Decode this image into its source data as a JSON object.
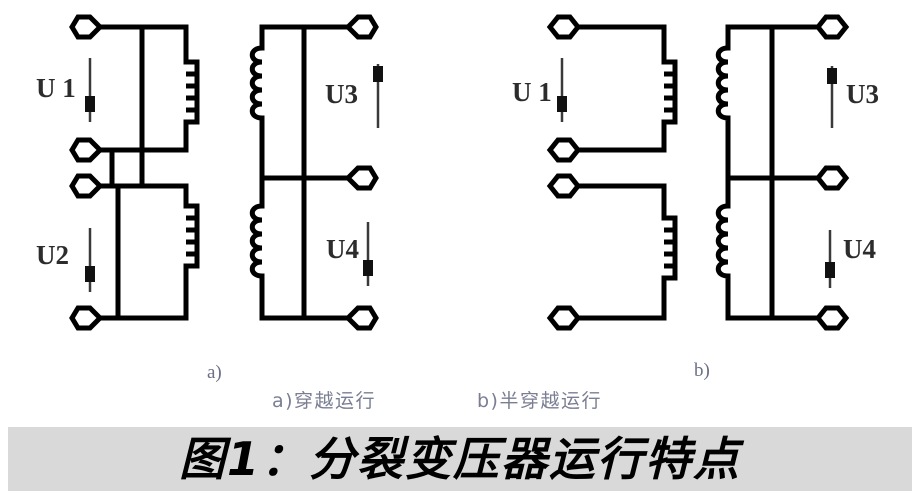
{
  "figure": {
    "caption": "图1：分裂变压器运行特点",
    "caption_band_color": "#d9d9d9"
  },
  "diagram": {
    "title_alt": "分裂变压器运行特点接线图",
    "line_color": "#000000",
    "label_color": "#2c2c2c",
    "panels": [
      {
        "id": "a",
        "sub_label": "a)",
        "legend": "a)穿越运行",
        "legend_en_hint": "through operation",
        "voltages": [
          {
            "name": "U 1",
            "side": "left",
            "direction": "down",
            "label_side": "left"
          },
          {
            "name": "U2",
            "side": "left",
            "direction": "down",
            "label_side": "left"
          },
          {
            "name": "U3",
            "side": "right",
            "direction": "up",
            "label_side": "left"
          },
          {
            "name": "U4",
            "side": "right",
            "direction": "down",
            "label_side": "left"
          }
        ],
        "terminal_count": 6,
        "has_crossed_wires": true
      },
      {
        "id": "b",
        "sub_label": "b)",
        "legend": "b)半穿越运行",
        "legend_en_hint": "semi-through operation",
        "voltages": [
          {
            "name": "U 1",
            "side": "left",
            "direction": "down",
            "label_side": "left"
          },
          {
            "name": "U3",
            "side": "right",
            "direction": "up",
            "label_side": "right"
          },
          {
            "name": "U4",
            "side": "right",
            "direction": "down",
            "label_side": "right"
          }
        ],
        "terminal_count": 6,
        "has_crossed_wires": false
      }
    ],
    "legend_row": {
      "left": "a)穿越运行",
      "right": "b)半穿越运行"
    }
  }
}
